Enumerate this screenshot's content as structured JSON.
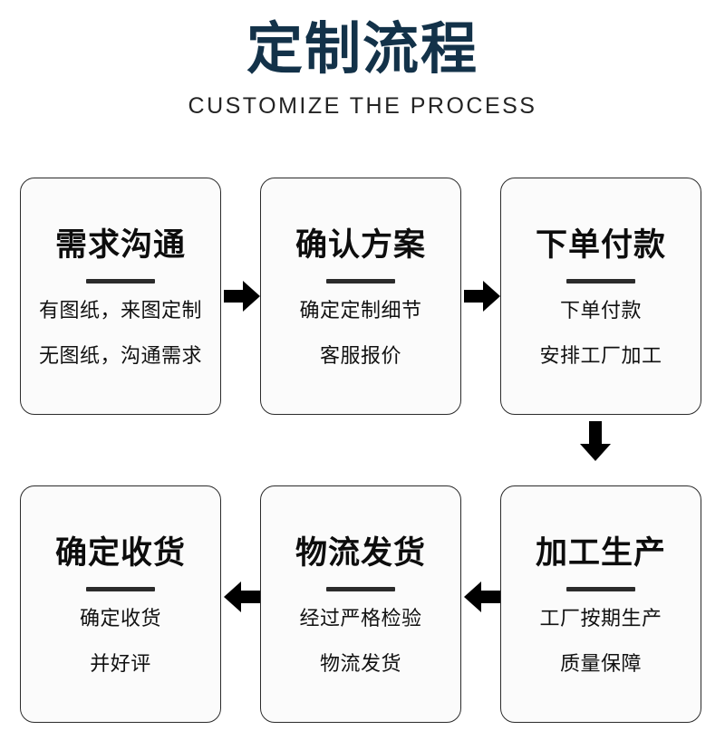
{
  "header": {
    "title": "定制流程",
    "subtitle": "CUSTOMIZE THE PROCESS",
    "title_color": "#133249",
    "subtitle_color": "#232323"
  },
  "theme": {
    "page_background": "#ffffff",
    "card_background": "#fbfbfb",
    "card_border": "#2b2b2b",
    "arrow_color": "#000000",
    "divider_color": "#2b2b2b"
  },
  "steps": [
    {
      "index": 1,
      "title": "需求沟通",
      "lines": [
        "有图纸，来图定制",
        "无图纸，沟通需求"
      ]
    },
    {
      "index": 2,
      "title": "确认方案",
      "lines": [
        "确定定制细节",
        "客服报价"
      ]
    },
    {
      "index": 3,
      "title": "下单付款",
      "lines": [
        "下单付款",
        "安排工厂加工"
      ]
    },
    {
      "index": 4,
      "title": "加工生产",
      "lines": [
        "工厂按期生产",
        "质量保障"
      ]
    },
    {
      "index": 5,
      "title": "物流发货",
      "lines": [
        "经过严格检验",
        "物流发货"
      ]
    },
    {
      "index": 6,
      "title": "确定收货",
      "lines": [
        "确定收货",
        "并好评"
      ]
    }
  ],
  "arrows": [
    {
      "id": "step1-to-step2",
      "direction": "right"
    },
    {
      "id": "step2-to-step3",
      "direction": "right"
    },
    {
      "id": "step3-to-step4",
      "direction": "down"
    },
    {
      "id": "step4-to-step5",
      "direction": "left"
    },
    {
      "id": "step5-to-step6",
      "direction": "left"
    }
  ]
}
